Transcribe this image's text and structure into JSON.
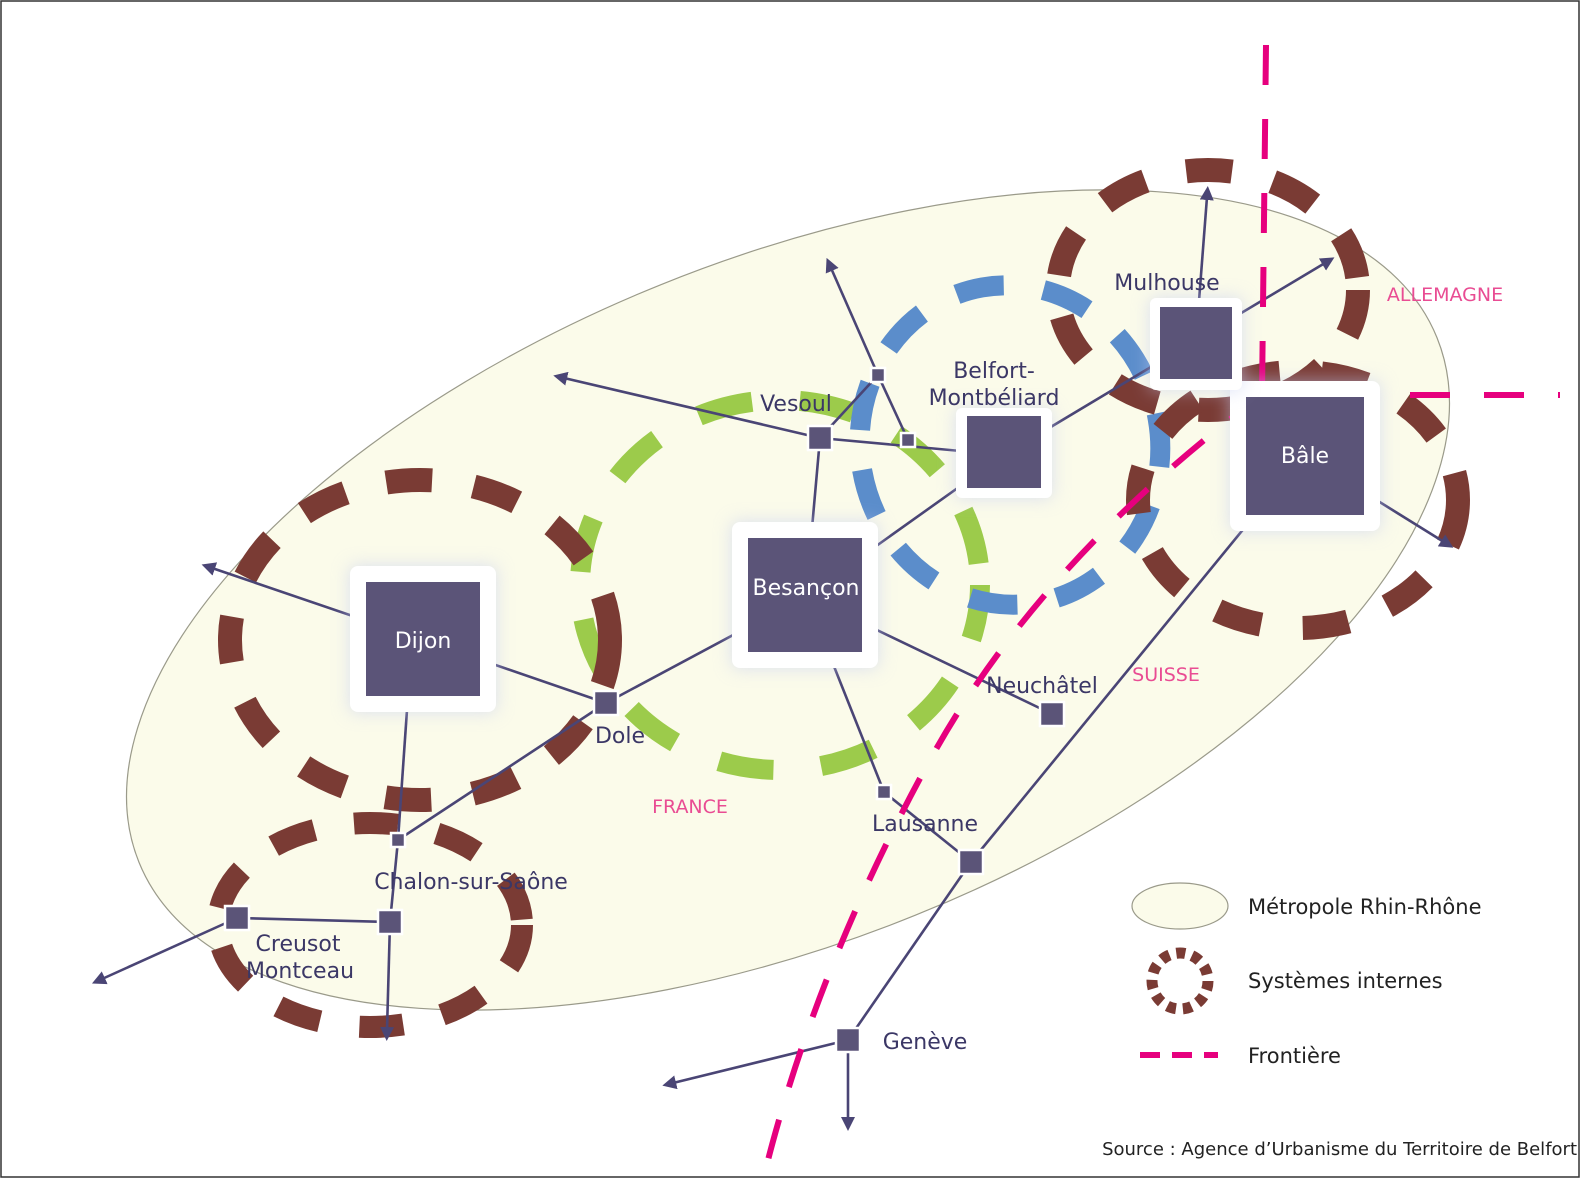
{
  "map": {
    "cities": {
      "dijon": "Dijon",
      "besancon": "Besançon",
      "bale": "Bâle",
      "mulhouse": "Mulhouse",
      "belfort_line1": "Belfort-",
      "belfort_line2": "Montbéliard",
      "vesoul": "Vesoul",
      "dole": "Dole",
      "neuchatel": "Neuchâtel",
      "lausanne": "Lausanne",
      "geneve": "Genève",
      "chalon": "Chalon-sur-Saône",
      "creusot_line1": "Creusot",
      "creusot_line2": "Montceau"
    },
    "countries": {
      "allemagne": "ALLEMAGNE",
      "suisse": "SUISSE",
      "france": "FRANCE"
    }
  },
  "legend": {
    "metropole": "Métropole Rhin-Rhône",
    "systemes": "Systèmes internes",
    "frontiere": "Frontière"
  },
  "source": "Source : Agence d’Urbanisme du Territoire de Belfort",
  "colors": {
    "metropole_fill": "#fbfbea",
    "internal_systems": "#7a3b34",
    "green_ring": "#9ccb4b",
    "blue_ring": "#5b8dcb",
    "border": "#e6007e",
    "node": "#5b5478",
    "links": "#4a4575"
  }
}
